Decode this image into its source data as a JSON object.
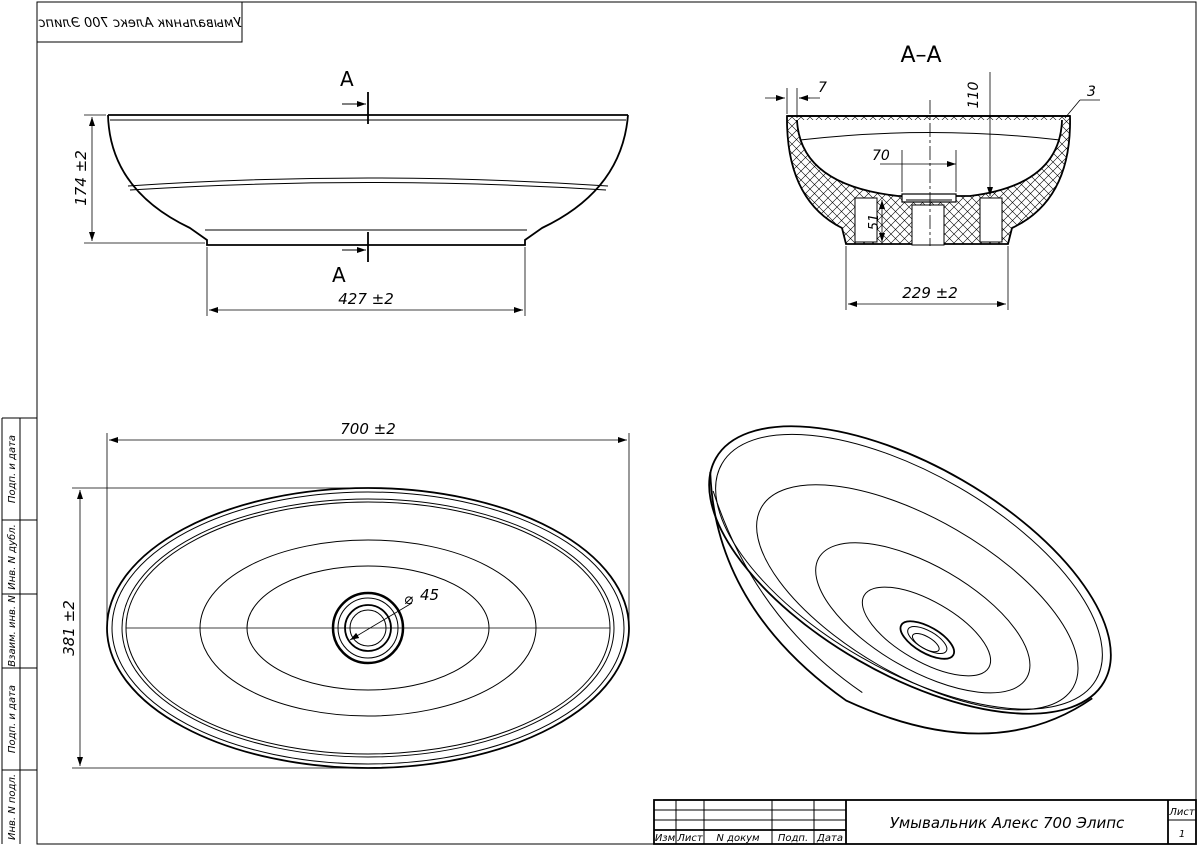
{
  "stamp": {
    "mirrored_text": "Умывальник Алекс 700 Элипс"
  },
  "section": {
    "label_top": "А",
    "label_bottom": "А",
    "title": "А–А"
  },
  "dimensions": {
    "height": "174 ±2",
    "base_width": "427 ±2",
    "length": "700 ±2",
    "width": "381 ±2",
    "drain": "45",
    "rim": "7",
    "depth": "110",
    "wall": "3",
    "drain_offset": "70",
    "foot_height": "51",
    "foot_width": "229 ±2"
  },
  "side_stamp": {
    "cells": [
      "Подп. и дата",
      "Инв. N дубл.",
      "Взаим. инв. N",
      "Подп. и дата",
      "Инв. N подл."
    ]
  },
  "title_block": {
    "headers": [
      "Изм",
      "Лист",
      "N докум",
      "Подп.",
      "Дата"
    ],
    "title": "Умывальник Алекс 700 Элипс",
    "sheet_label": "Лист",
    "sheet_number": "1"
  }
}
